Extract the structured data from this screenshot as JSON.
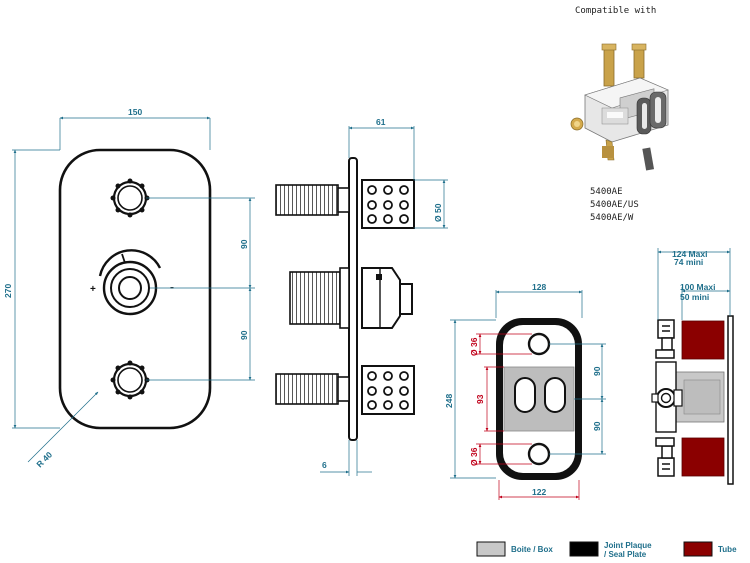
{
  "compatible": {
    "title": "Compatible with",
    "models": [
      "5400AE",
      "5400AE/US",
      "5400AE/W"
    ]
  },
  "front_view": {
    "width": "150",
    "height": "270",
    "spacing_top": "90",
    "spacing_bottom": "90",
    "radius": "R 40",
    "plus": "+",
    "minus": "-"
  },
  "side_view": {
    "depth": "61",
    "diameter": "Ø 50",
    "thickness": "6"
  },
  "plate_view": {
    "width_top": "128",
    "width_bottom": "122",
    "height": "248",
    "hole_top": "Ø 36",
    "hole_bottom": "Ø 36",
    "center_gap": "93",
    "spacing_top": "90",
    "spacing_bottom": "90"
  },
  "box_view": {
    "depth_top": "124 Maxi",
    "depth_top_min": "74 mini",
    "depth_inner": "100 Maxi",
    "depth_inner_min": "50 mini"
  },
  "legend": [
    {
      "label": "Boite / Box",
      "color": "#c8c8c8"
    },
    {
      "label": "Joint Plaque / Seal Plate",
      "label_line1": "Joint Plaque",
      "label_line2": "/ Seal Plate",
      "color": "#000000"
    },
    {
      "label": "Tube",
      "color": "#8b0000"
    }
  ]
}
